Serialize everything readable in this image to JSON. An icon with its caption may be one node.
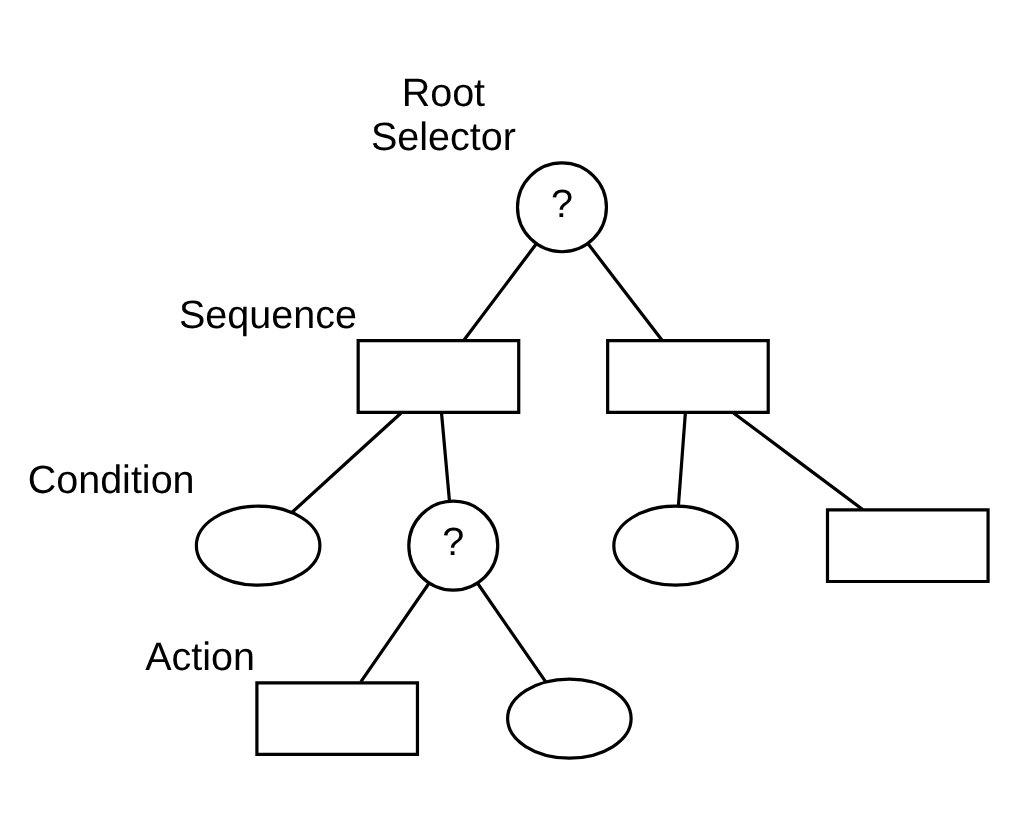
{
  "diagram": {
    "nodes": [
      {
        "text": [
          "?"
        ],
        "beside": [
          "Root",
          "Selector"
        ]
      },
      {
        "text": [],
        "shape": "box",
        "beside": [
          "Sequence"
        ]
      },
      {
        "text": [],
        "shape": "box"
      },
      {
        "text": [],
        "shape": "ellipse",
        "beside": [
          "Condition"
        ]
      },
      {
        "text": [
          "?"
        ]
      },
      {
        "text": [],
        "shape": "box",
        "beside": [
          "Action"
        ]
      },
      {
        "text": [],
        "shape": "ellipse"
      },
      {
        "text": [],
        "shape": "ellipse"
      },
      {
        "text": [],
        "shape": "box"
      }
    ],
    "edges": [
      {
        "from": 0,
        "to": 1,
        "arrow": "none"
      },
      {
        "from": 0,
        "to": 2,
        "arrow": "none"
      },
      {
        "from": 1,
        "to": 3,
        "arrow": "none"
      },
      {
        "from": 1,
        "to": 4,
        "arrow": "none"
      },
      {
        "from": 4,
        "to": 5,
        "arrow": "none"
      },
      {
        "from": 4,
        "to": 6,
        "arrow": "none"
      },
      {
        "from": 2,
        "to": 7,
        "arrow": "none"
      },
      {
        "from": 2,
        "to": 8,
        "arrow": "none"
      }
    ]
  }
}
